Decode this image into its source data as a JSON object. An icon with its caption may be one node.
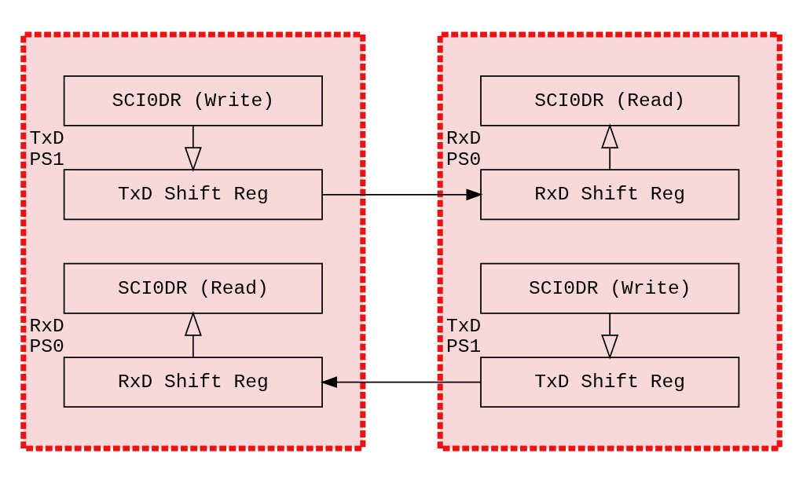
{
  "diagram": {
    "nodes": [
      {
        "text": [],
        "shape": "box"
      },
      {
        "text": [],
        "shape": "box"
      },
      {
        "text": [
          "SCI0DR (Write)"
        ],
        "in": 0
      },
      {
        "text": [
          "SCI0DR (Read)"
        ],
        "in": 1
      },
      {
        "text": [
          "TxD Shift Reg"
        ],
        "in": 0,
        "beside": [
          "TxD",
          "PS1"
        ]
      },
      {
        "text": [
          "RxD Shift Reg"
        ],
        "in": 1,
        "beside": [
          "RxD",
          "PS0"
        ]
      },
      {
        "text": [
          "SCI0DR (Read)"
        ],
        "in": 0
      },
      {
        "text": [
          "SCI0DR (Write)"
        ],
        "in": 1
      },
      {
        "text": [
          "RxD Shift Reg"
        ],
        "in": 0,
        "beside": [
          "RxD",
          "PS0"
        ]
      },
      {
        "text": [
          "TxD Shift Reg"
        ],
        "in": 1,
        "beside": [
          "TxD",
          "PS1"
        ]
      }
    ],
    "edges": [
      {
        "from": 2,
        "to": 4,
        "arrow": "to"
      },
      {
        "from": 5,
        "to": 3,
        "arrow": "to"
      },
      {
        "from": 4,
        "to": 5,
        "arrow": "to"
      },
      {
        "from": 8,
        "to": 6,
        "arrow": "to"
      },
      {
        "from": 7,
        "to": 9,
        "arrow": "to"
      },
      {
        "from": 9,
        "to": 8,
        "arrow": "to"
      }
    ]
  }
}
